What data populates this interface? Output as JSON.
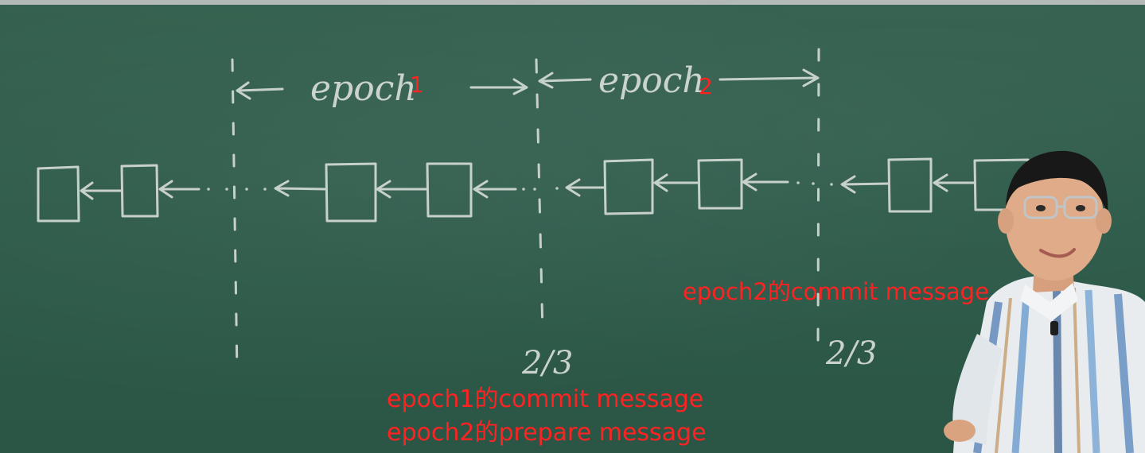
{
  "board": {
    "epoch1_word": "epoch",
    "epoch1_number": "1",
    "epoch2_word": "epoch",
    "epoch2_number": "2",
    "fraction_left": "2/3",
    "fraction_right": "2/3"
  },
  "captions": {
    "right_commit": "epoch2的commit message",
    "bottom_line1": "epoch1的commit message",
    "bottom_line2": "epoch2的prepare message"
  },
  "colors": {
    "board": "#2f5a4a",
    "chalk": "#d7ddd9",
    "caption": "#ff2222"
  }
}
